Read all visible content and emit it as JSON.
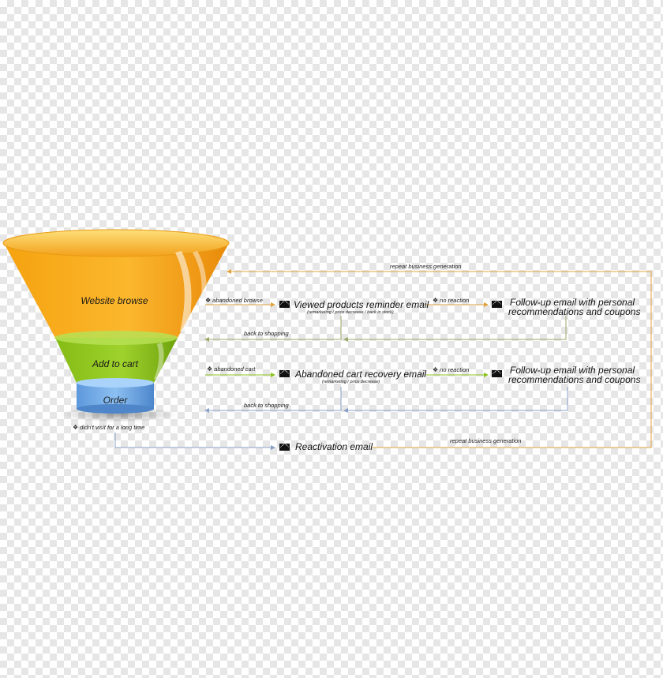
{
  "funnel": {
    "stages": [
      {
        "label": "Website browse"
      },
      {
        "label": "Add to cart"
      },
      {
        "label": "Order"
      }
    ]
  },
  "flow": {
    "abandoned_browse": "abandoned browse",
    "abandoned_cart": "abandoned cart",
    "no_reaction_1": "no reaction",
    "no_reaction_2": "no reaction",
    "back_to_shopping_1": "back to shopping",
    "back_to_shopping_2": "back to shopping",
    "didnt_visit": "didn't visit for a long time",
    "repeat_top": "repeat business generation",
    "repeat_bottom": "repeat business generation"
  },
  "emails": {
    "viewed_title": "Viewed products reminder email",
    "viewed_sub": "(remarketing / price decrease / back in stock)",
    "followup1_line1": "Follow-up email with personal",
    "followup1_line2": "recommendations and coupons",
    "cart_title": "Abandoned cart recovery email",
    "cart_sub": "(remarketing / price decrease)",
    "followup2_line1": "Follow-up email with personal",
    "followup2_line2": "recommendations and coupons",
    "reactivation": "Reactivation email"
  },
  "icons": {
    "email": "envelope-icon",
    "bullet": "diamond-bullet-icon"
  },
  "colors": {
    "orange": "#f7a21a",
    "green": "#8cc21f",
    "blue": "#6fa8e6",
    "line_blue": "#8aa0c8",
    "line_orange": "#e2a23c"
  }
}
